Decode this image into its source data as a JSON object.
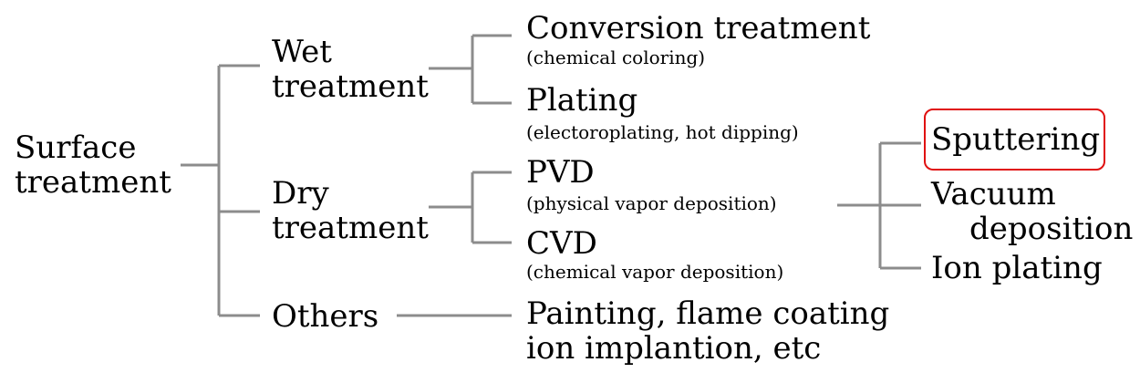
{
  "root": {
    "line1": "Surface",
    "line2": "treatment"
  },
  "categories": {
    "wet": {
      "line1": "Wet",
      "line2": "treatment"
    },
    "dry": {
      "line1": "Dry",
      "line2": "treatment"
    },
    "others": {
      "label": "Others"
    }
  },
  "methods": {
    "conversion": {
      "label": "Conversion treatment",
      "note": "(chemical coloring)"
    },
    "plating": {
      "label": "Plating",
      "note": "(electoroplating, hot dipping)"
    },
    "pvd": {
      "label": "PVD",
      "note": "(physical vapor deposition)"
    },
    "cvd": {
      "label": "CVD",
      "note": "(chemical vapor deposition)"
    },
    "others_detail": {
      "line1": "Painting, flame coating",
      "line2": "ion implantion, etc"
    }
  },
  "pvd_types": {
    "sputtering": "Sputtering",
    "vacuum": {
      "line1": "Vacuum",
      "line2": "deposition"
    },
    "ion_plating": "Ion plating"
  },
  "highlight": {
    "target": "sputtering",
    "color": "#e01010"
  },
  "connector_color": "#8c8c8c"
}
